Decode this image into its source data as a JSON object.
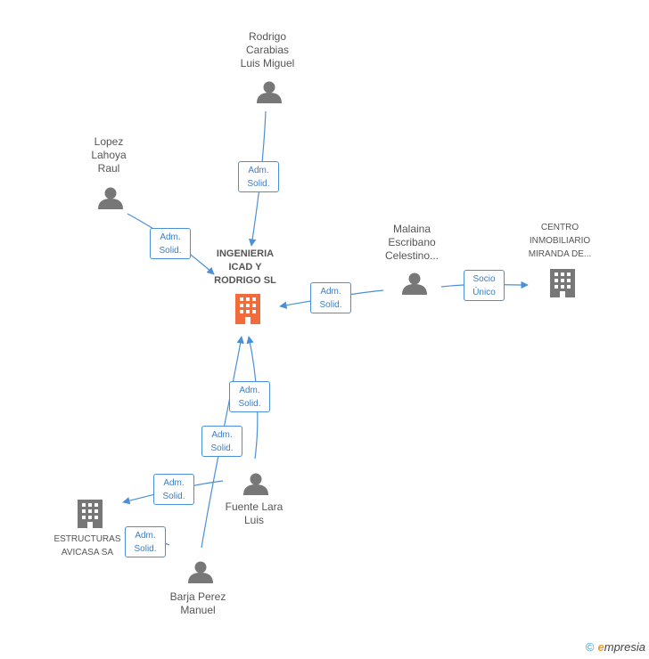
{
  "nodes": {
    "center": {
      "lines": [
        "INGENIERIA",
        "ICAD Y",
        "RODRIGO SL"
      ],
      "type": "company",
      "color": "#f26b3a"
    },
    "rodrigo": {
      "lines": [
        "Rodrigo",
        "Carabias",
        "Luis Miguel"
      ],
      "type": "person"
    },
    "lopez": {
      "lines": [
        "Lopez",
        "Lahoya",
        "Raul"
      ],
      "type": "person"
    },
    "malaina": {
      "lines": [
        "Malaina",
        "Escribano",
        "Celestino..."
      ],
      "type": "person"
    },
    "centro": {
      "lines": [
        "CENTRO",
        "INMOBILIARIO",
        "MIRANDA DE..."
      ],
      "type": "company",
      "color": "#777777"
    },
    "fuente": {
      "lines": [
        "Fuente Lara",
        "Luis"
      ],
      "type": "person"
    },
    "estructuras": {
      "lines": [
        "ESTRUCTURAS",
        "AVICASA SA"
      ],
      "type": "company",
      "color": "#777777"
    },
    "barja": {
      "lines": [
        "Barja Perez",
        "Manuel"
      ],
      "type": "person"
    }
  },
  "edges": {
    "rodrigo": [
      "Adm.",
      "Solid."
    ],
    "lopez": [
      "Adm.",
      "Solid."
    ],
    "malaina": [
      "Adm.",
      "Solid."
    ],
    "centro": [
      "Socio",
      "Único"
    ],
    "fuente": [
      "Adm.",
      "Solid."
    ],
    "barja": [
      "Adm.",
      "Solid."
    ],
    "fuente_estr": [
      "Adm.",
      "Solid."
    ],
    "barja_estr": [
      "Adm.",
      "Solid."
    ]
  },
  "colors": {
    "edge": "#4a90d9",
    "person": "#777777"
  },
  "footer": {
    "copyright": "©",
    "brand_initial": "e",
    "brand_rest": "mpresia"
  }
}
